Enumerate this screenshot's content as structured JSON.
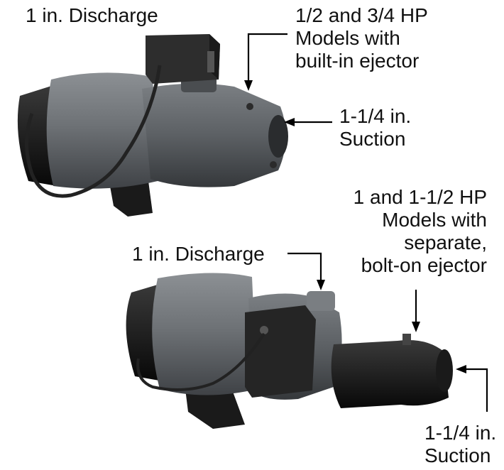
{
  "callouts": {
    "top_discharge": "1 in. Discharge",
    "top_ejector": [
      "1/2 and 3/4 HP",
      "Models with",
      "built-in ejector"
    ],
    "top_suction": [
      "1-1/4 in.",
      "Suction"
    ],
    "bottom_ejector": [
      "1 and 1-1/2 HP",
      "Models with",
      "separate,",
      "bolt-on ejector"
    ],
    "bottom_discharge": "1 in. Discharge",
    "bottom_suction": [
      "1-1/4 in.",
      "Suction"
    ]
  },
  "pumps": [
    {
      "name": "shallow-well jet pump with built-in ejector"
    },
    {
      "name": "shallow-well jet pump with separate bolt-on ejector"
    }
  ],
  "colors": {
    "motor_gray": "#6f7377",
    "cast_iron": "#5a5e62",
    "dark": "#1e1e1e",
    "black_plastic": "#111111"
  }
}
